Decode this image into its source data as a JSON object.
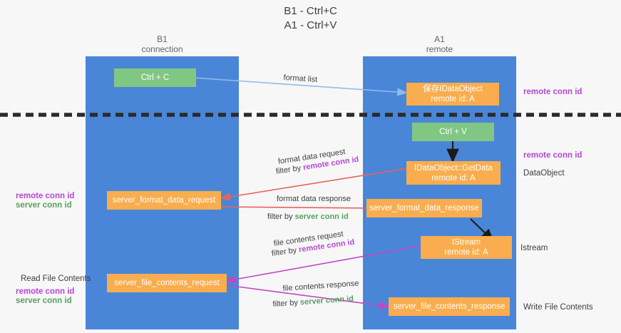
{
  "title": "B1 - Ctrl+C\nA1 - Ctrl+V",
  "lanes": [
    {
      "id": "b1",
      "header": "B1\nconnection"
    },
    {
      "id": "a1",
      "header": "A1\nremote"
    }
  ],
  "nodes": {
    "ctrl_c": "Ctrl + C",
    "ctrl_v": "Ctrl + V",
    "save_idataobject": "保存IDataObject\nremote id: A",
    "idataobject_getdata": "IDataObject::GetData\nremote id: A",
    "istream": "IStream\nremote id: A",
    "server_format_data_request": "server_format_data_request",
    "server_format_data_response": "server_format_data_response",
    "server_file_contents_request": "server_file_contents_request",
    "server_file_contents_response": "server_file_contents_response"
  },
  "right_annotations": {
    "remote_conn_id_top": "remote conn id",
    "remote_conn_id_mid": "remote conn id",
    "data_object": "DataObject",
    "istream": "Istream",
    "write_file_contents": "Write File Contents"
  },
  "left_annotations": {
    "remote_conn_id_1": "remote conn id",
    "server_conn_id_1": "server conn id",
    "read_file_contents": "Read File Contents",
    "remote_conn_id_2": "remote conn id",
    "server_conn_id_2": "server conn id"
  },
  "edge_labels": {
    "format_list": "format list",
    "format_data_request": "format data request",
    "format_data_request_filter_prefix": "filter by ",
    "format_data_request_filter_key": "remote conn id",
    "format_data_response": "format data response",
    "format_data_response_filter_prefix": "filter by ",
    "format_data_response_filter_key": "server conn id",
    "file_contents_request": "file contents request",
    "file_contents_request_filter_prefix": "filter by ",
    "file_contents_request_filter_key": "remote conn id",
    "file_contents_response": "file contents response",
    "file_contents_response_filter_prefix": "filter by ",
    "file_contents_response_filter_key": "server conn id"
  },
  "colors": {
    "lane": "#4a86d8",
    "node_orange": "#f9ad4e",
    "node_green": "#81c784",
    "arrow_light_blue": "#8fbce8",
    "arrow_red": "#e8635a",
    "arrow_magenta": "#c346c3",
    "arrow_black": "#1a1a1a",
    "divider_dashed": "#2b2b2b",
    "highlight_purple": "#b548d4",
    "highlight_green": "#5aa05f"
  }
}
